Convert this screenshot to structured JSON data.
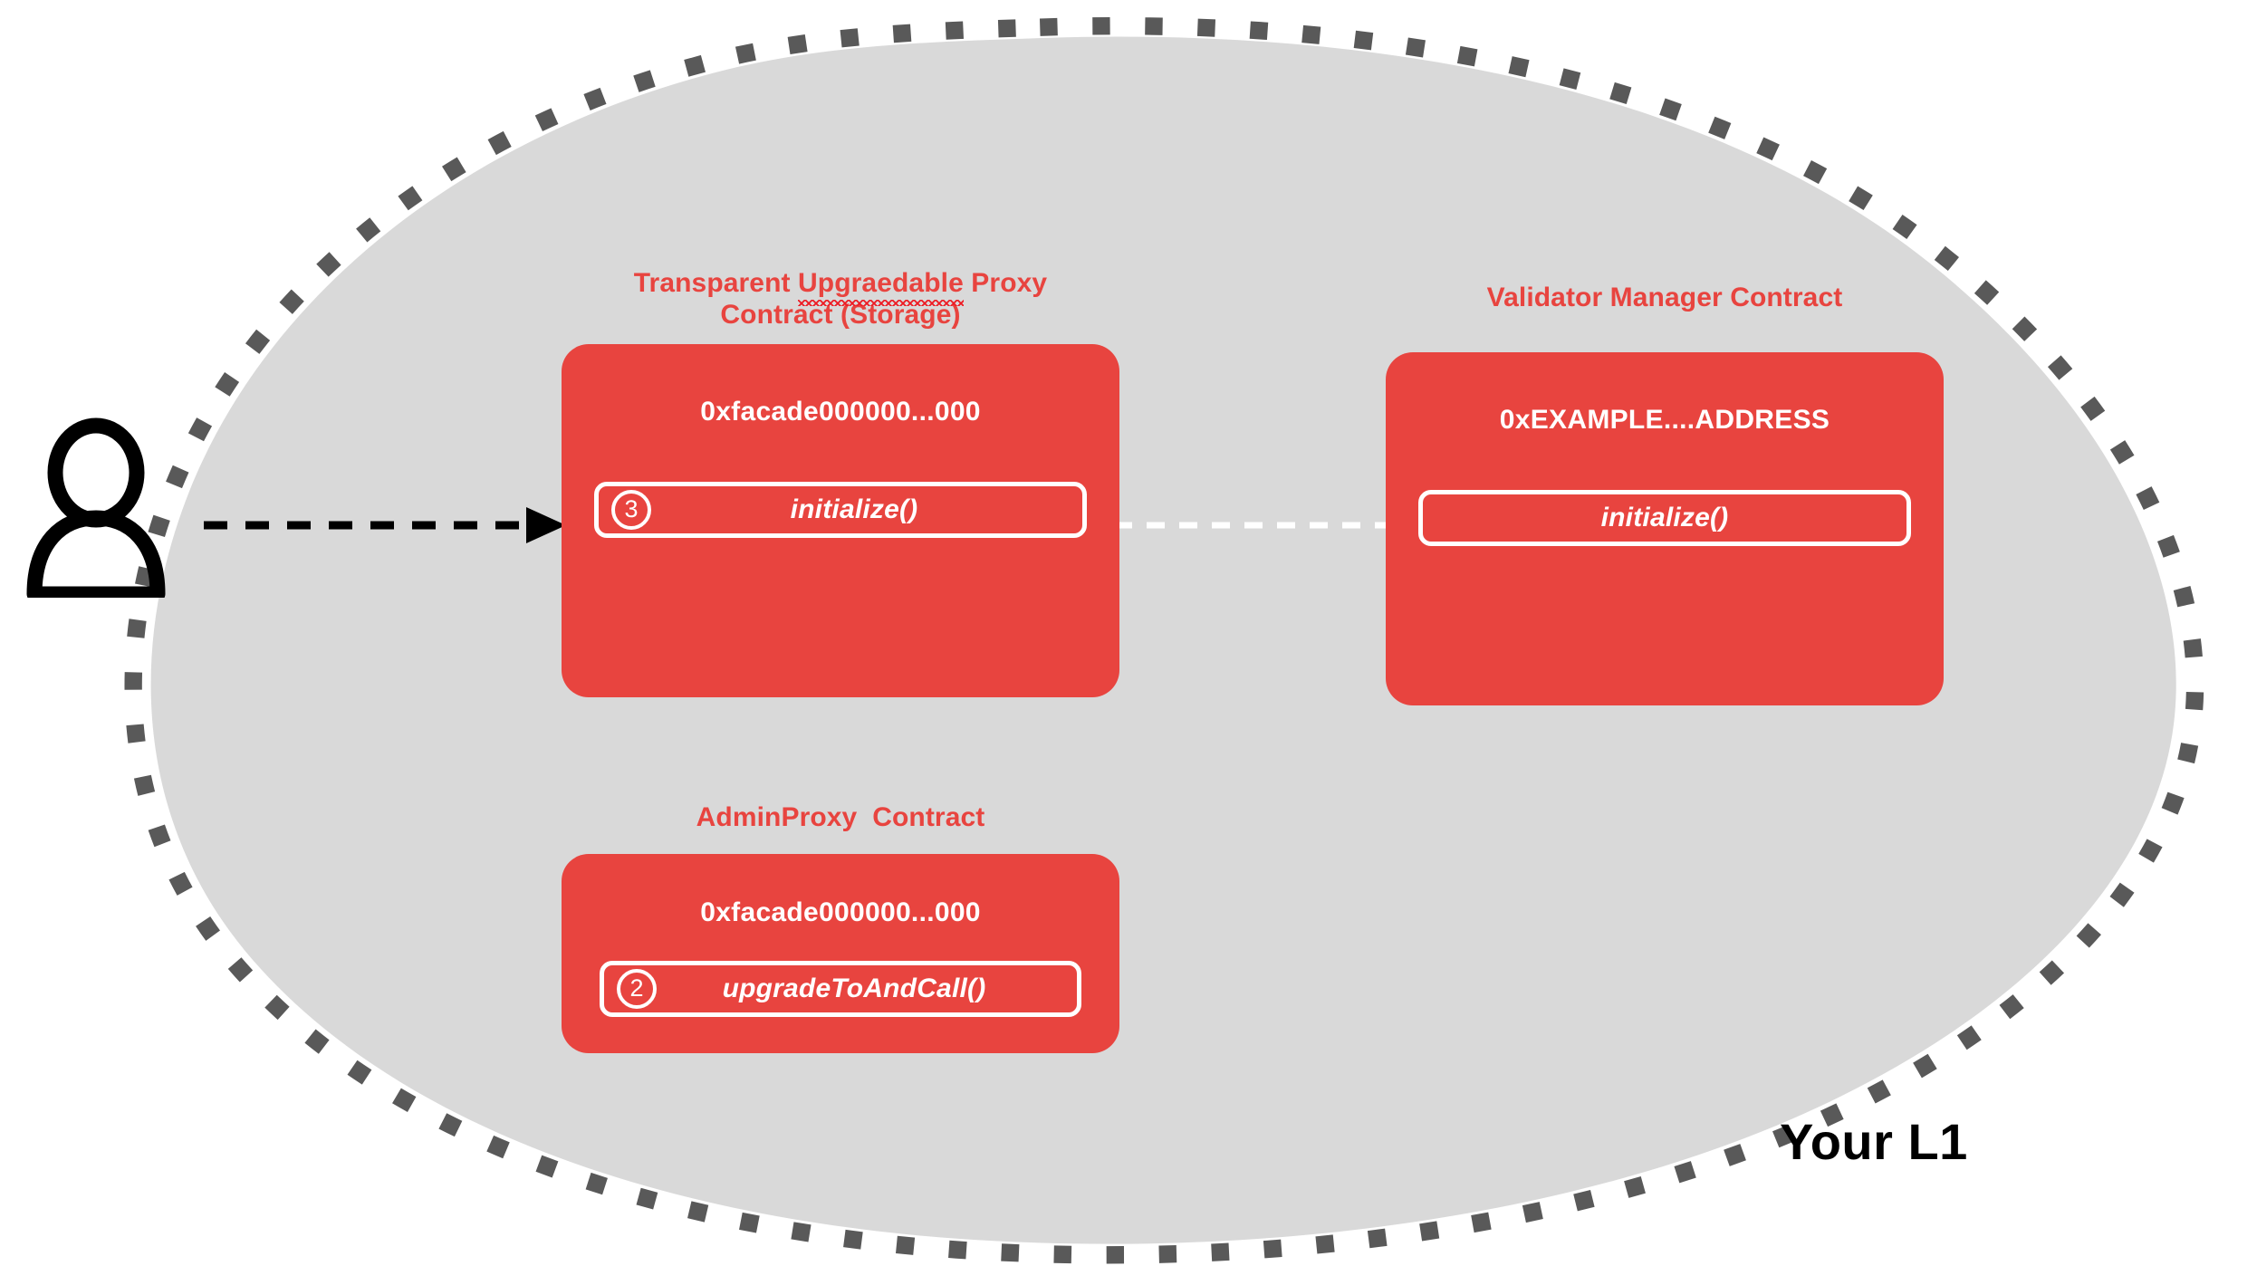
{
  "colors": {
    "contract_red": "#E8443F",
    "zone_fill": "#D9D9D9",
    "zone_border": "#595959",
    "white": "#FFFFFF",
    "black": "#000000",
    "spellcheck_red": "#ED1C24"
  },
  "zone": {
    "label": "Your L1",
    "border_style": "dashed",
    "shape": "blob"
  },
  "actor": {
    "name": "user-actor",
    "icon": "person-icon"
  },
  "contracts": [
    {
      "id": "transparent-upgradeable-proxy",
      "title_line_1_a": "Transparent ",
      "title_line_1_misspelled": "Upgraedable",
      "title_line_1_b": " Proxy",
      "title_line_2": "Contract (Storage)",
      "address": "0xfacade000000...000",
      "functions": [
        {
          "badge": "3",
          "label": "initialize()"
        }
      ]
    },
    {
      "id": "validator-manager",
      "title": "Validator Manager Contract",
      "address": "0xEXAMPLE....ADDRESS",
      "functions": [
        {
          "badge": "",
          "label": "initialize()"
        }
      ]
    },
    {
      "id": "admin-proxy",
      "title": "AdminProxy  Contract",
      "address": "0xfacade000000...000",
      "functions": [
        {
          "badge": "2",
          "label": "upgradeToAndCall()"
        }
      ]
    }
  ],
  "connectors": [
    {
      "id": "user-to-proxy",
      "from": "user-actor",
      "to": "transparent-upgradeable-proxy.initialize",
      "style": "dashed",
      "color": "#000000",
      "arrowhead": "solid"
    },
    {
      "id": "proxy-to-validator",
      "from": "transparent-upgradeable-proxy.initialize",
      "to": "validator-manager.initialize",
      "style": "dashed",
      "color": "#FFFFFF",
      "arrowhead": "open"
    }
  ]
}
